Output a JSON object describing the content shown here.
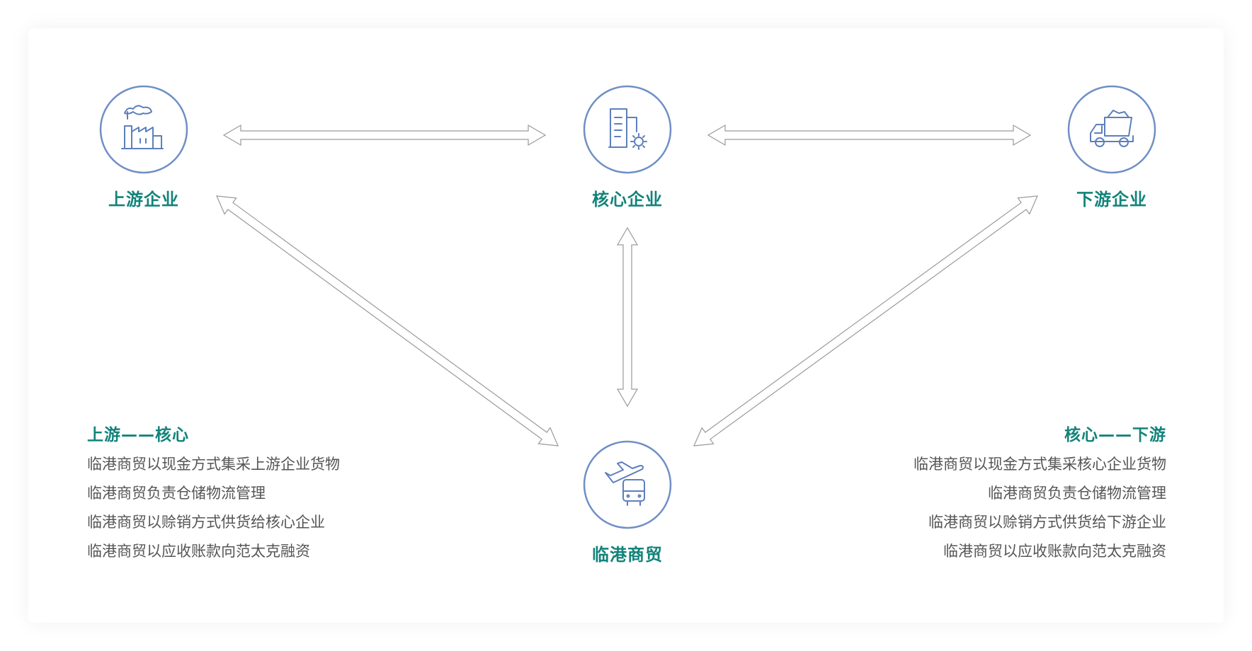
{
  "nodes": {
    "upstream": {
      "label": "上游企业",
      "icon": "factory-icon"
    },
    "core": {
      "label": "核心企业",
      "icon": "building-gear-icon"
    },
    "downstream": {
      "label": "下游企业",
      "icon": "dump-truck-icon"
    },
    "trade": {
      "label": "临港商贸",
      "icon": "plane-bus-icon"
    }
  },
  "left_block": {
    "title": "上游——核心",
    "lines": [
      "临港商贸以现金方式集采上游企业货物",
      "临港商贸负责仓储物流管理",
      "临港商贸以赊销方式供货给核心企业",
      "临港商贸以应收账款向范太克融资"
    ]
  },
  "right_block": {
    "title": "核心——下游",
    "lines": [
      "临港商贸以现金方式集采核心企业货物",
      "临港商贸负责仓储物流管理",
      "临港商贸以赊销方式供货给下游企业",
      "临港商贸以应收账款向范太克融资"
    ]
  },
  "colors": {
    "circle_stroke": "#6f8fc6",
    "icon_stroke": "#5d7fbd",
    "label": "#12837a",
    "arrow": "#9a9a9a",
    "body_text": "#555555"
  }
}
